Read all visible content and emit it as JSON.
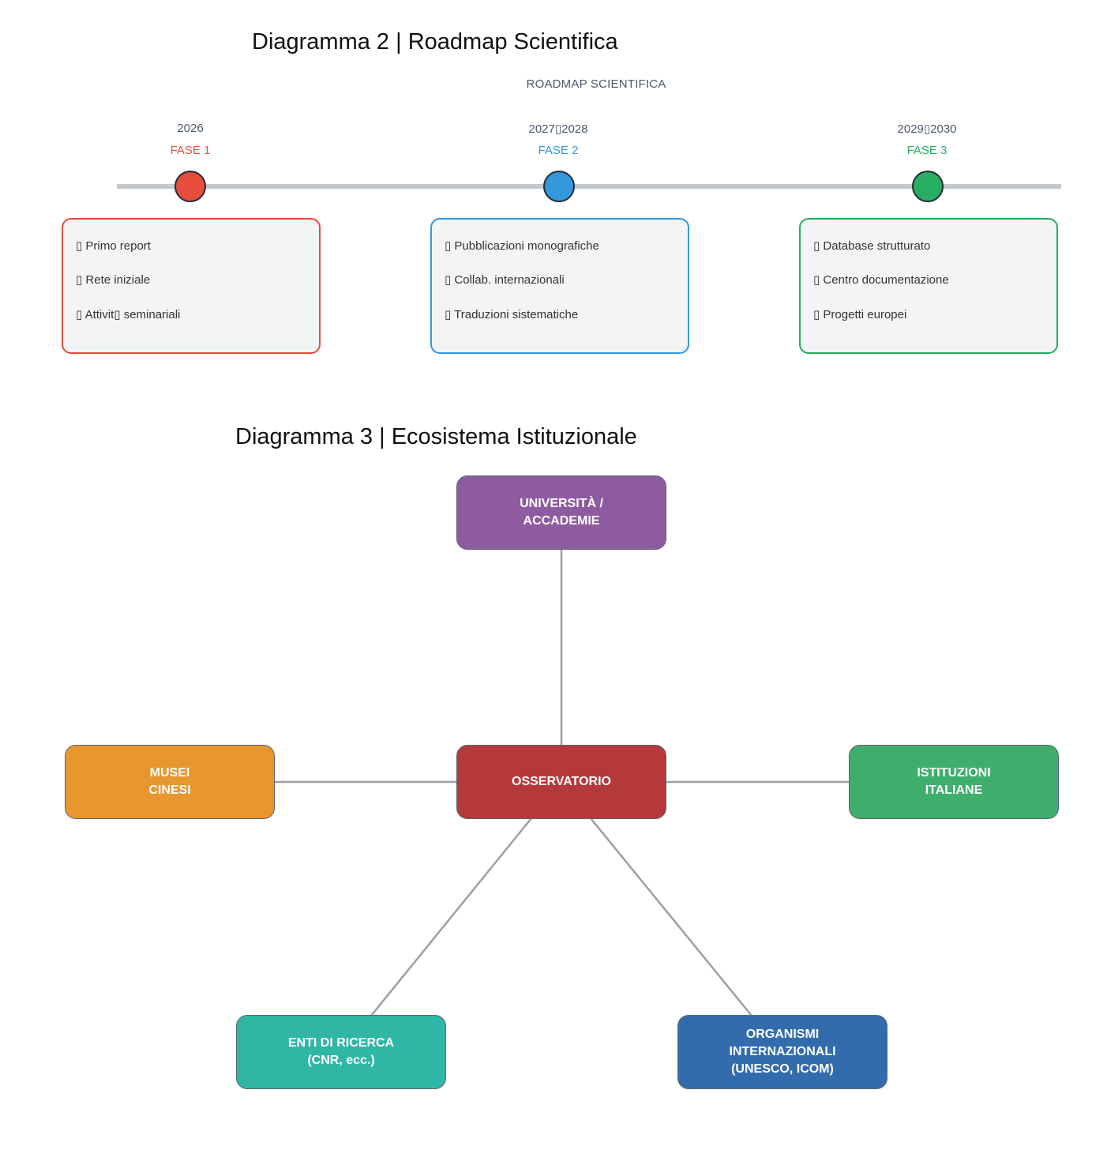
{
  "diagram2": {
    "title": "Diagramma 2 | Roadmap Scientifica",
    "subtitle": "ROADMAP SCIENTIFICA",
    "phases": [
      {
        "year": "2026",
        "label": "FASE 1",
        "color": "#e74c3c",
        "items": [
          "▯ Primo report",
          "▯ Rete iniziale",
          "▯ Attivit▯ seminariali"
        ]
      },
      {
        "year": "2027▯2028",
        "label": "FASE 2",
        "color": "#3498db",
        "items": [
          "▯ Pubblicazioni monografiche",
          "▯ Collab. internazionali",
          "▯ Traduzioni sistematiche"
        ]
      },
      {
        "year": "2029▯2030",
        "label": "FASE 3",
        "color": "#27ae60",
        "items": [
          "▯ Database strutturato",
          "▯ Centro documentazione",
          "▯ Progetti europei"
        ]
      }
    ]
  },
  "diagram3": {
    "title": "Diagramma 3 | Ecosistema Istituzionale",
    "nodes": {
      "center": {
        "label": "OSSERVATORIO",
        "color": "#b5393a"
      },
      "universita": {
        "label": "UNIVERSITÀ /\nACCADEMIE",
        "color": "#8e5ba0"
      },
      "musei": {
        "label": "MUSEI\nCINESI",
        "color": "#e8962f"
      },
      "istituzioni": {
        "label": "ISTITUZIONI\nITALIANE",
        "color": "#3fae6c"
      },
      "enti": {
        "label": "ENTI DI RICERCA\n(CNR, ecc.)",
        "color": "#2fb6a5"
      },
      "organismi": {
        "label": "ORGANISMI\nINTERNAZIONALI\n(UNESCO, ICOM)",
        "color": "#336cad"
      }
    },
    "line_color": "#9a9fa4"
  }
}
